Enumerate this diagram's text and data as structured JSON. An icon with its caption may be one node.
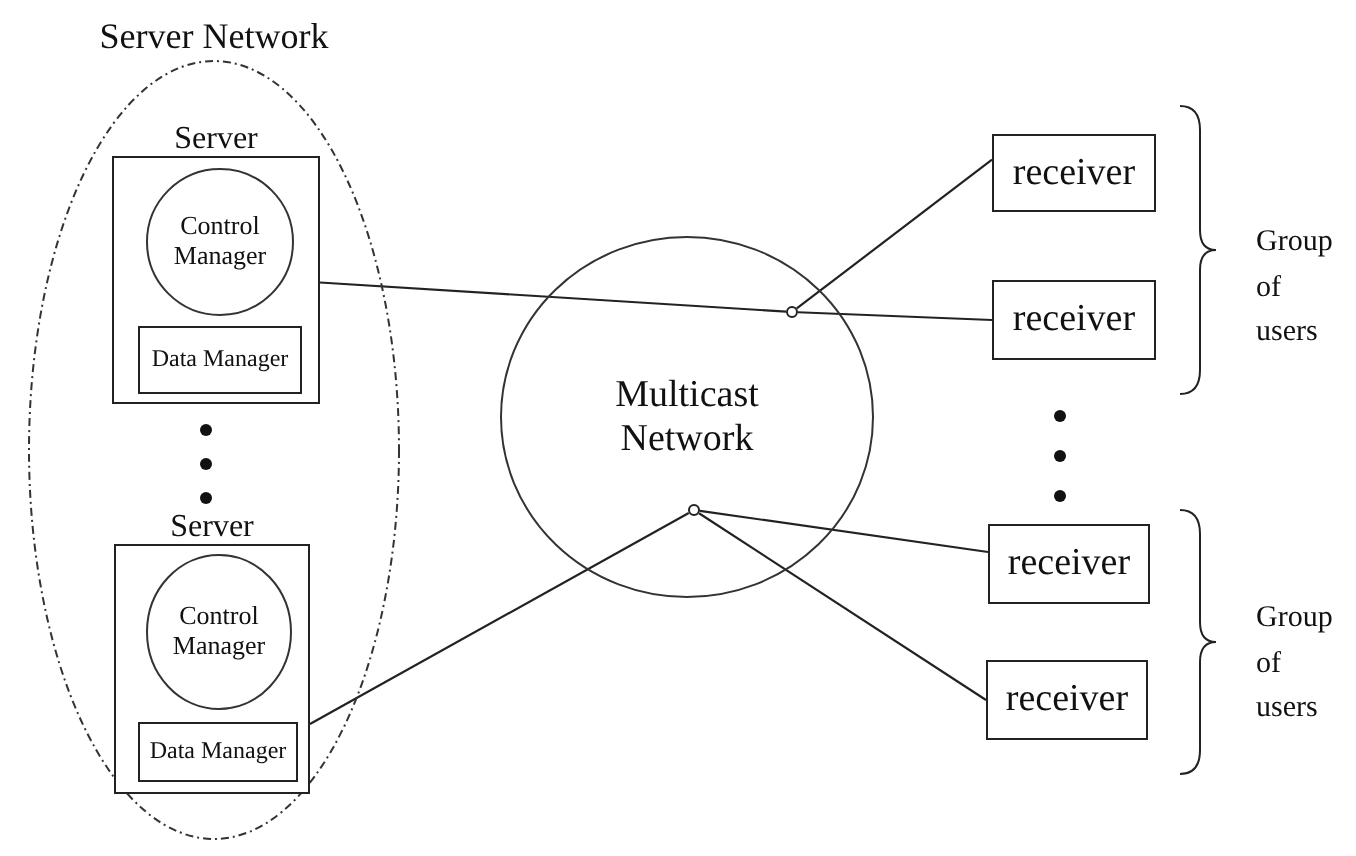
{
  "diagram": {
    "nodes": [
      {
        "text": [
          "Server Network"
        ]
      },
      {
        "text": [
          "Server"
        ],
        "in": 0
      },
      {
        "text": [
          "Control Manager"
        ],
        "in": 1
      },
      {
        "text": [
          "Data Manager"
        ],
        "in": 1
      },
      {
        "text": [
          "Server"
        ],
        "in": 0
      },
      {
        "text": [
          "Control Manager"
        ],
        "in": 4
      },
      {
        "text": [
          "Data Manager"
        ],
        "in": 4
      },
      {
        "text": [
          "Multicast Network"
        ]
      },
      {
        "text": [],
        "shape": "circle",
        "in": 7
      },
      {
        "text": [],
        "shape": "circle",
        "in": 7
      },
      {
        "text": [
          "receiver"
        ]
      },
      {
        "text": [
          "receiver"
        ]
      },
      {
        "text": [
          "receiver"
        ]
      },
      {
        "text": [
          "receiver"
        ]
      }
    ],
    "edges": [
      {
        "from": 1,
        "to": 8,
        "arrow": "none"
      },
      {
        "from": 8,
        "to": 10,
        "arrow": "none"
      },
      {
        "from": 8,
        "to": 11,
        "arrow": "none"
      },
      {
        "from": 4,
        "to": 9,
        "arrow": "none"
      },
      {
        "from": 9,
        "to": 12,
        "arrow": "none"
      },
      {
        "from": 9,
        "to": 13,
        "arrow": "none"
      }
    ],
    "labels": [
      "Group of users",
      "Group of users"
    ]
  }
}
